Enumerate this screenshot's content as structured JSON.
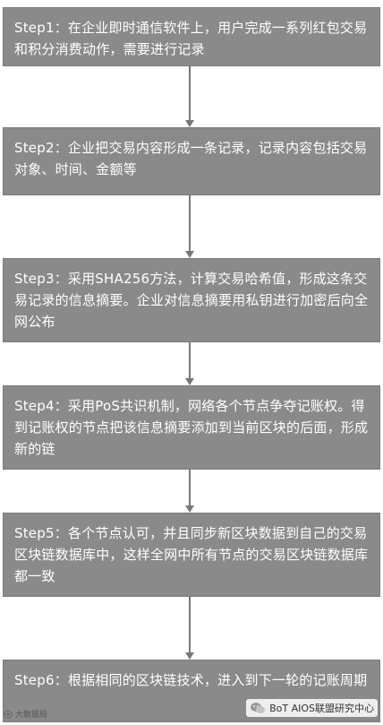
{
  "steps": [
    {
      "text": "Step1：在企业即时通信软件上，用户完成一系列红包交易和积分消费动作，需要进行记录"
    },
    {
      "text": "Step2：企业把交易内容形成一条记录，记录内容包括交易对象、时间、金额等"
    },
    {
      "text": "Step3：采用SHA256方法，计算交易哈希值，形成这条交易记录的信息摘要。企业对信息摘要用私钥进行加密后向全网公布"
    },
    {
      "text": "Step4：采用PoS共识机制，网络各个节点争夺记账权。得到记账权的节点把该信息摘要添加到当前区块的后面，形成新的链"
    },
    {
      "text": "Step5：各个节点认可，并且同步新区块数据到自己的交易区块链数据库中，这样全网中所有节点的交易区块链数据库都一致"
    },
    {
      "text": "Step6：根据相同的区块链技术，进入到下一轮的记账周期"
    }
  ],
  "watermark_left": "大数据局",
  "watermark_right": "BoT AIOS联盟研究中心",
  "colors": {
    "box_bg": "#8a8a8a",
    "box_text": "#ffffff",
    "arrow": "#777777"
  }
}
